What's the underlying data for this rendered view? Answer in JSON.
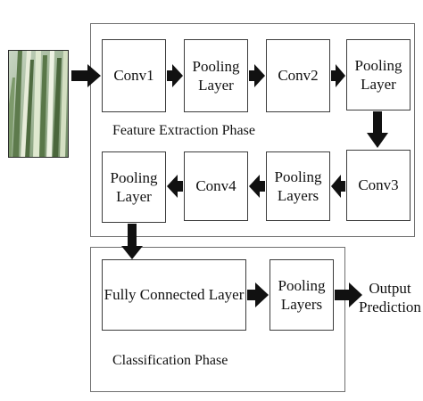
{
  "feature_phase": {
    "caption": "Feature Extraction Phase",
    "boxes": [
      "Conv1",
      "Pooling\nLayer",
      "Conv2",
      "Pooling\nLayer",
      "Conv3",
      "Pooling\nLayers",
      "Conv4",
      "Pooling\nLayer"
    ]
  },
  "classification_phase": {
    "caption": "Classification Phase",
    "boxes": [
      "Fully Connected Layer",
      "Pooling\nLayers"
    ]
  },
  "output_label": "Output\nPrediction",
  "colors": {
    "arrow": "#111111",
    "box_border": "#3c3c3c",
    "phase_border": "#6f6f6f"
  }
}
